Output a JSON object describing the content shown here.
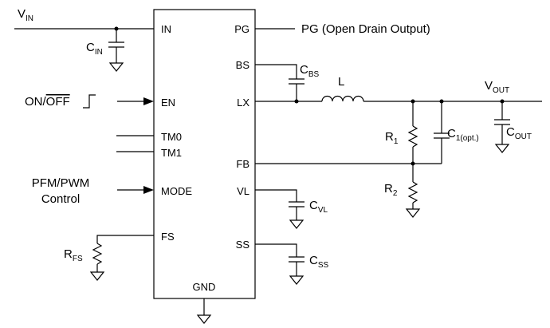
{
  "ic_pins": {
    "in": "IN",
    "en": "EN",
    "tm0": "TM0",
    "tm1": "TM1",
    "mode": "MODE",
    "fs": "FS",
    "pg": "PG",
    "bs": "BS",
    "lx": "LX",
    "fb": "FB",
    "vl": "VL",
    "ss": "SS",
    "gnd": "GND"
  },
  "labels": {
    "vin_main": "V",
    "vin_sub": "IN",
    "cin_main": "C",
    "cin_sub": "IN",
    "on_off_on": "ON/",
    "on_off_off": "OFF",
    "pfm_line1": "PFM/PWM",
    "pfm_line2": "Control",
    "rfs_main": "R",
    "rfs_sub": "FS",
    "pg_output": "PG (Open Drain Output)",
    "cbs_main": "C",
    "cbs_sub": "BS",
    "inductor": "L",
    "vout_main": "V",
    "vout_sub": "OUT",
    "r1_main": "R",
    "r1_sub": "1",
    "r2_main": "R",
    "r2_sub": "2",
    "c1_main": "C",
    "c1_sub": "1(opt.)",
    "cout_main": "C",
    "cout_sub": "OUT",
    "cvl_main": "C",
    "cvl_sub": "VL",
    "css_main": "C",
    "css_sub": "SS"
  }
}
